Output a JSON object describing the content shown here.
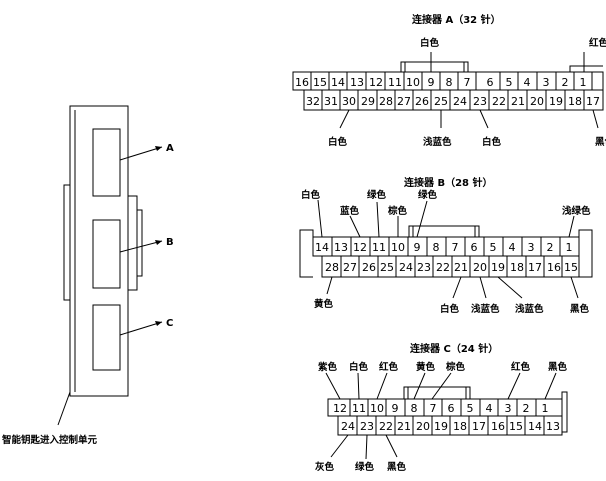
{
  "unit": {
    "label": "智能钥匙进入控制单元",
    "ports": [
      "A",
      "B",
      "C"
    ]
  },
  "connectors": [
    {
      "id": "A",
      "title": "连接器 A（32 针）",
      "top_row": [
        "16",
        "15",
        "14",
        "13",
        "12",
        "11",
        "10",
        "9",
        "8",
        "7",
        "6",
        "5",
        "4",
        "3",
        "2",
        "1"
      ],
      "bottom_row": [
        "32",
        "31",
        "30",
        "29",
        "28",
        "27",
        "26",
        "25",
        "24",
        "23",
        "22",
        "21",
        "20",
        "19",
        "18",
        "17"
      ],
      "wire_labels": [
        "白色",
        "红色",
        "白色",
        "浅蓝色",
        "白色",
        "黑色"
      ]
    },
    {
      "id": "B",
      "title": "连接器 B（28 针）",
      "top_row": [
        "14",
        "13",
        "12",
        "11",
        "10",
        "9",
        "8",
        "7",
        "6",
        "5",
        "4",
        "3",
        "2",
        "1"
      ],
      "bottom_row": [
        "28",
        "27",
        "26",
        "25",
        "24",
        "23",
        "22",
        "21",
        "20",
        "19",
        "18",
        "17",
        "16",
        "15"
      ],
      "wire_labels": [
        "白色",
        "蓝色",
        "绿色",
        "棕色",
        "绿色",
        "浅绿色",
        "黄色",
        "白色",
        "浅蓝色",
        "浅蓝色",
        "黑色"
      ]
    },
    {
      "id": "C",
      "title": "连接器 C（24 针）",
      "top_row": [
        "12",
        "11",
        "10",
        "9",
        "8",
        "7",
        "6",
        "5",
        "4",
        "3",
        "2",
        "1"
      ],
      "bottom_row": [
        "24",
        "23",
        "22",
        "21",
        "20",
        "19",
        "18",
        "17",
        "16",
        "15",
        "14",
        "13"
      ],
      "wire_labels": [
        "紫色",
        "白色",
        "红色",
        "黄色",
        "棕色",
        "红色",
        "黑色",
        "灰色",
        "绿色",
        "黑色"
      ]
    }
  ]
}
